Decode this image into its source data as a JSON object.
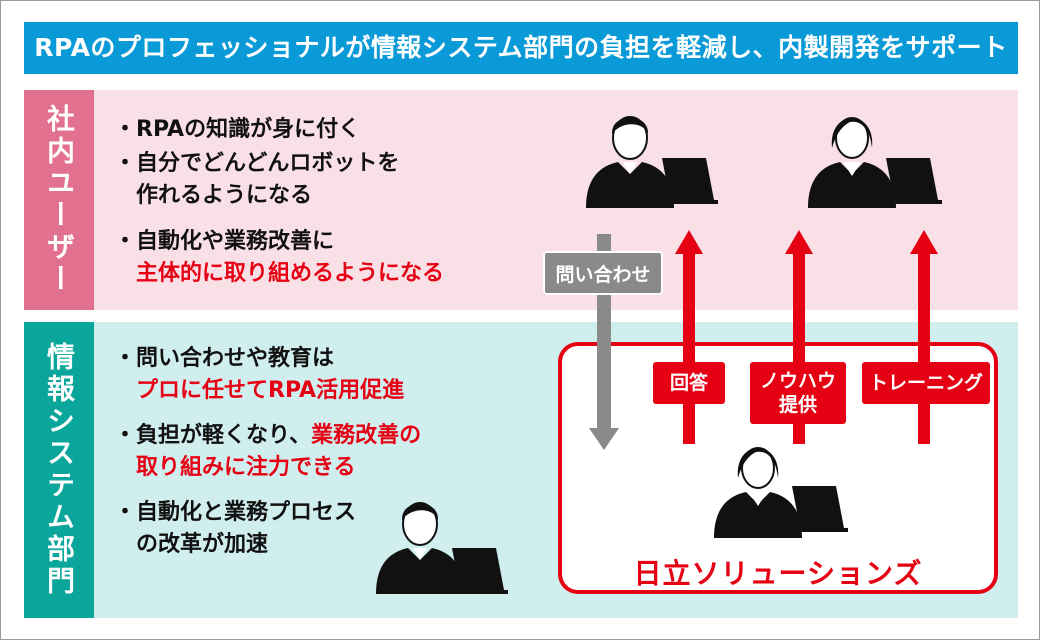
{
  "banner": {
    "title": "RPAのプロフェッショナルが情報システム部門の負担を軽減し、内製開発をサポート"
  },
  "sections": {
    "user": {
      "label": "社内ユーザー",
      "bullets": {
        "b1": {
          "dot": "・",
          "text": "RPAの知識が身に付く"
        },
        "b2": {
          "dot": "・",
          "line1": "自分でどんどんロボットを",
          "line2": "作れるようになる"
        },
        "b3": {
          "dot": "・",
          "line1": "自動化や業務改善に",
          "line2_red": "主体的に取り組めるようになる"
        }
      }
    },
    "it": {
      "label": "情報システム部門",
      "bullets": {
        "b1": {
          "dot": "・",
          "line1": "問い合わせや教育は",
          "line2_red": "プロに任せてRPA活用促進"
        },
        "b2": {
          "dot": "・",
          "line1_a": "負担が軽くなり、",
          "line1_red": "業務改善の",
          "line2_red": "取り組みに注力できる"
        },
        "b3": {
          "dot": "・",
          "line1": "自動化と業務プロセス",
          "line2": "の改革が加速"
        }
      }
    }
  },
  "flow": {
    "inquiry": "問い合わせ",
    "answer": "回答",
    "knowhow_line1": "ノウハウ",
    "knowhow_line2": "提供",
    "training": "トレーニング"
  },
  "provider": {
    "name": "日立ソリューションズ"
  },
  "colors": {
    "banner": "#0a9ad8",
    "user_band": "#f9e0e6",
    "user_tab": "#e2708f",
    "it_band": "#d1eeee",
    "it_tab": "#0aa59b",
    "accent_red": "#e60013",
    "arrow_gray": "#8a8a8a"
  },
  "icons": [
    "person-with-laptop-icon",
    "person-with-laptop-icon",
    "person-with-laptop-icon",
    "person-with-laptop-icon"
  ]
}
